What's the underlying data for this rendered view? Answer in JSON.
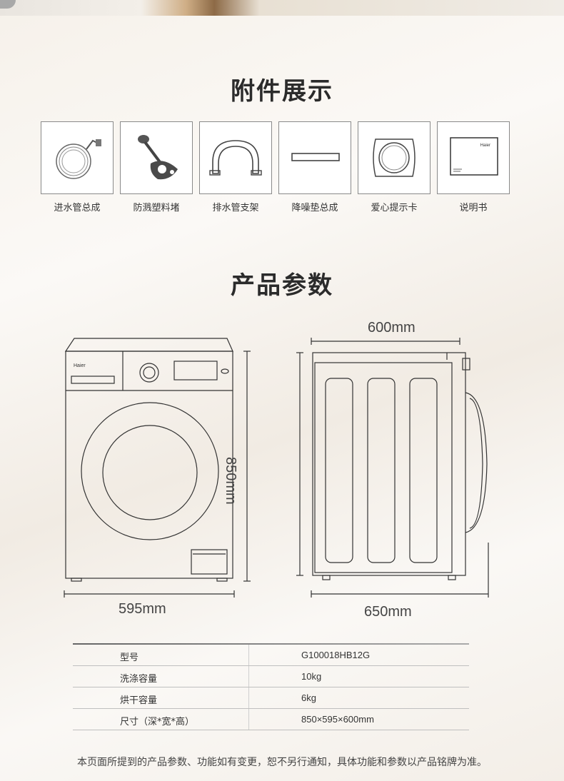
{
  "accessories": {
    "title": "附件展示",
    "items": [
      {
        "label": "进水管总成",
        "icon": "inlet-hose-icon"
      },
      {
        "label": "防溅塑料堵",
        "icon": "plastic-plug-icon"
      },
      {
        "label": "排水管支架",
        "icon": "drain-bracket-icon"
      },
      {
        "label": "降噪垫总成",
        "icon": "noise-pad-icon"
      },
      {
        "label": "爱心提示卡",
        "icon": "care-card-icon"
      },
      {
        "label": "说明书",
        "icon": "manual-icon",
        "logo_text": "Haier"
      }
    ]
  },
  "params": {
    "title": "产品参数",
    "front_brand": "Haier",
    "dimensions": {
      "width": "595mm",
      "height": "850mm",
      "depth_top": "600mm",
      "depth_bottom": "650mm"
    },
    "rows": [
      {
        "key": "型号",
        "value": "G100018HB12G"
      },
      {
        "key": "洗涤容量",
        "value": "10kg"
      },
      {
        "key": "烘干容量",
        "value": "6kg"
      },
      {
        "key": "尺寸（深*宽*高）",
        "value": "850×595×600mm"
      }
    ]
  },
  "footer": {
    "note": "本页面所提到的产品参数、功能如有变更，恕不另行通知，具体功能和参数以产品铭牌为准。"
  }
}
